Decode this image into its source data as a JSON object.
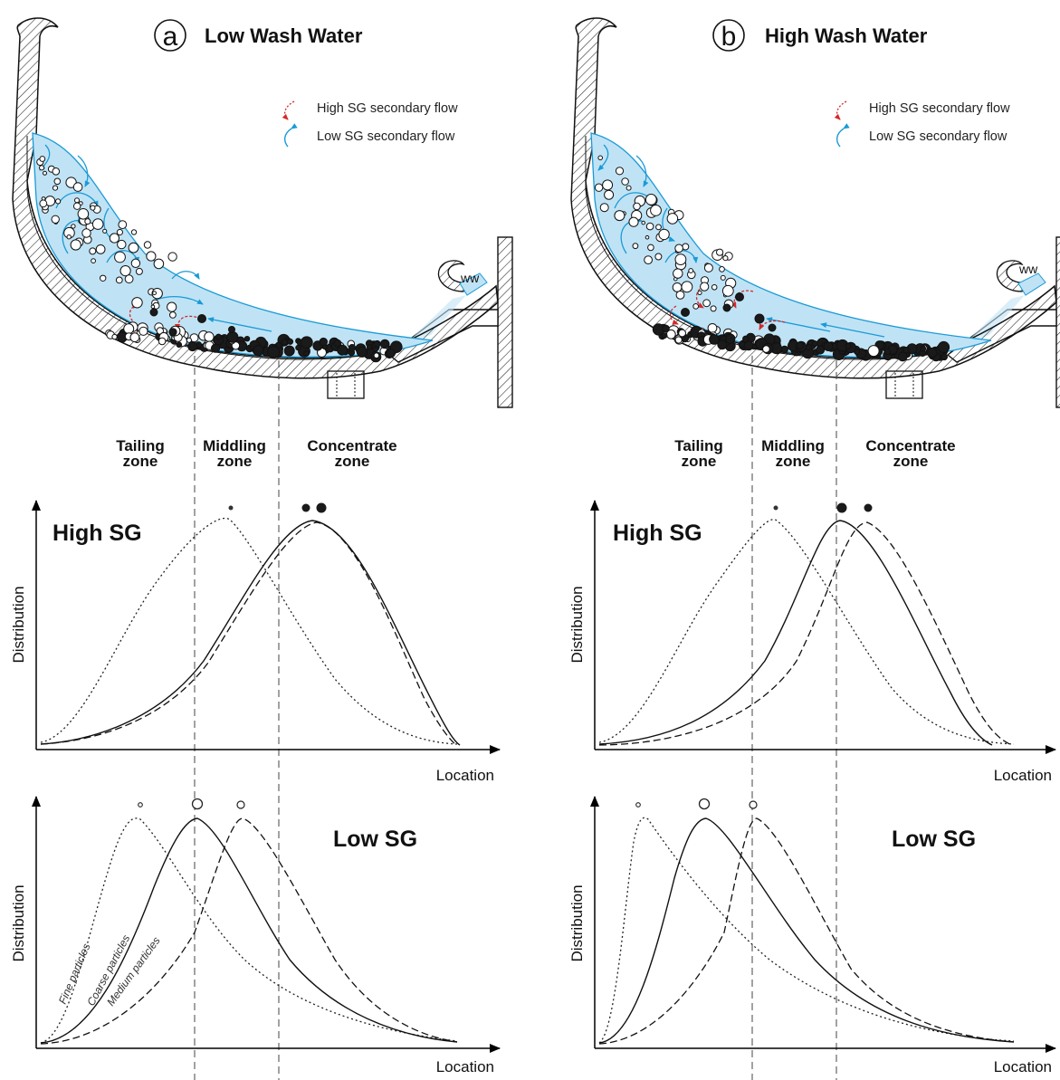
{
  "panels": [
    {
      "letter": "a",
      "title": "Low Wash Water",
      "legend": {
        "high_sg_flow": "High SG secondary flow",
        "low_sg_flow": "Low SG secondary flow",
        "high_sg_color": "#d62828",
        "low_sg_color": "#1a9ad6"
      },
      "ww_label": "ww",
      "zones": {
        "tailing": [
          "Tailing",
          "zone"
        ],
        "middling": [
          "Middling",
          "zone"
        ],
        "concentrate": [
          "Concentrate",
          "zone"
        ]
      },
      "high_sg": {
        "label": "High SG",
        "ylabel": "Distribution",
        "xlabel": "Location"
      },
      "low_sg": {
        "label": "Low SG",
        "ylabel": "Distribution",
        "xlabel": "Location",
        "curve_labels": {
          "fine": "Fine particles",
          "coarse": "Coarse  particles",
          "medium": "Medium particles"
        }
      }
    },
    {
      "letter": "b",
      "title": "High Wash Water",
      "legend": {
        "high_sg_flow": "High SG secondary flow",
        "low_sg_flow": "Low SG secondary flow",
        "high_sg_color": "#d62828",
        "low_sg_color": "#1a9ad6"
      },
      "ww_label": "ww",
      "zones": {
        "tailing": [
          "Tailing",
          "zone"
        ],
        "middling": [
          "Middling",
          "zone"
        ],
        "concentrate": [
          "Concentrate",
          "zone"
        ]
      },
      "high_sg": {
        "label": "High SG",
        "ylabel": "Distribution",
        "xlabel": "Location"
      },
      "low_sg": {
        "label": "Low SG",
        "ylabel": "Distribution",
        "xlabel": "Location"
      }
    }
  ],
  "colors": {
    "water": "#bfe3f5",
    "water_edge": "#1a9ad6",
    "dense_particle": "#1a1a1a",
    "light_particle": "#ffffff"
  }
}
